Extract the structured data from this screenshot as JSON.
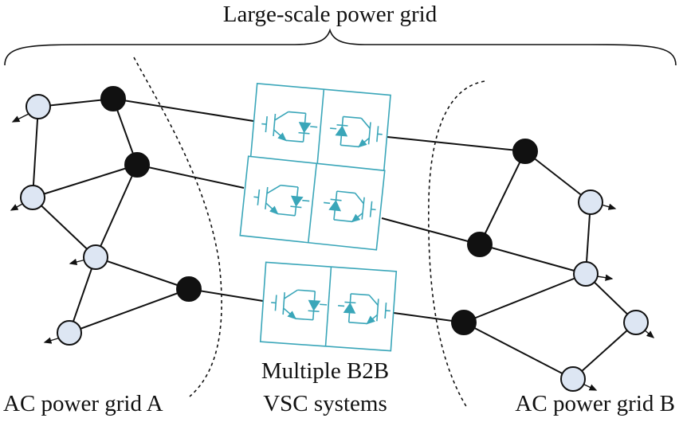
{
  "diagram": {
    "title": "Large-scale power grid",
    "center_label_line1": "Multiple B2B",
    "center_label_line2": "VSC systems",
    "left_label": "AC power grid A",
    "right_label": "AC power grid B",
    "colors": {
      "bus_load_fill": "#dde6f3",
      "bus_gen_fill": "#111111",
      "converter_stroke": "#3aa6b9",
      "line": "#111111"
    },
    "converter_count": 3
  }
}
